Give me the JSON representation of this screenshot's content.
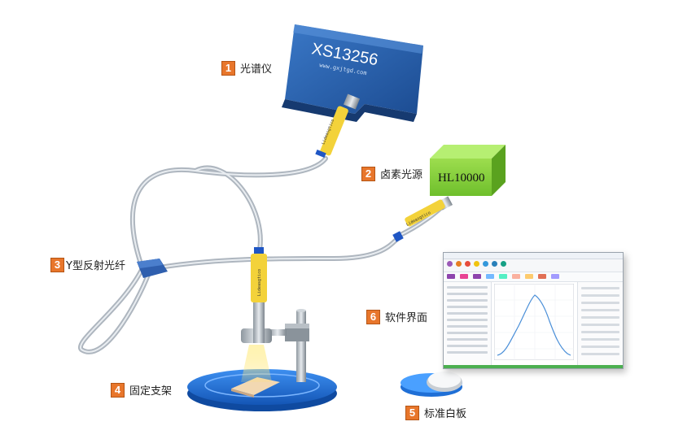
{
  "components": [
    {
      "num": "1",
      "label": "光谱仪"
    },
    {
      "num": "2",
      "label": "卤素光源"
    },
    {
      "num": "3",
      "label": "Y型反射光纤"
    },
    {
      "num": "4",
      "label": "固定支架"
    },
    {
      "num": "5",
      "label": "标准白板"
    },
    {
      "num": "6",
      "label": "软件界面"
    }
  ],
  "spectrometer": {
    "model": "XS13256",
    "url": "www.gxjtgd.com"
  },
  "light_source": {
    "model": "HL10000"
  },
  "fiber_connector_text": "Lideasgtico",
  "colors": {
    "spectrometer_blue": "#2a5fa8",
    "light_source_green": "#86cf3c",
    "fiber_yellow": "#f3d23a",
    "fiber_blue_band": "#1f56c4",
    "stand_base_blue": "#1f6fd6",
    "callout_orange": "#e8762b"
  }
}
